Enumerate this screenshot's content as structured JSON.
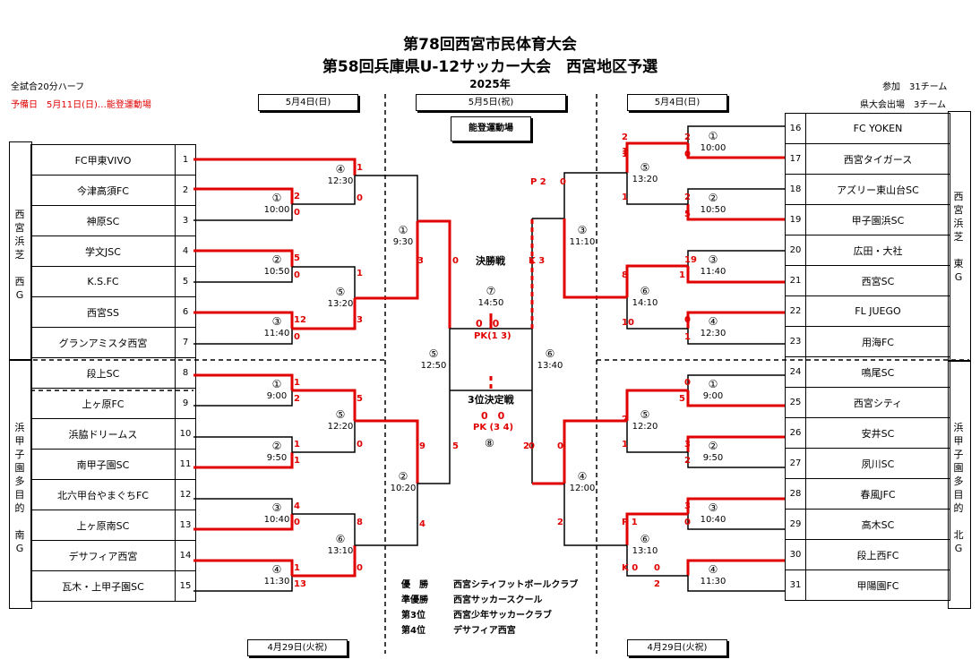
{
  "title1": "第78回西宮市民体育大会",
  "title2": "第58回兵庫県U-12サッカー大会　西宮地区予選",
  "year": "2025年",
  "note_left1": "全試合20分ハーフ",
  "note_left2": "予備日　5月11日(日)…能登運動場",
  "note_right1": "参加　31チーム",
  "note_right2": "県大会出場　3チーム",
  "dates": {
    "top_left": "5月4日(日)",
    "top_center": "5月5日(祝)",
    "top_right": "5月4日(日)",
    "bottom_left": "4月29日(火祝)",
    "bottom_right": "4月29日(火祝)"
  },
  "venue": "能登運動場",
  "groups": {
    "left_top": "西宮浜芝　西G",
    "left_bottom": "浜甲子園多目的　南G",
    "right_top": "西宮浜芝　東G",
    "right_bottom": "浜甲子園多目的　北G"
  },
  "left_teams": [
    {
      "no": "1",
      "name": "FC甲東VIVO"
    },
    {
      "no": "2",
      "name": "今津高須FC"
    },
    {
      "no": "3",
      "name": "神原SC"
    },
    {
      "no": "4",
      "name": "学文JSC"
    },
    {
      "no": "5",
      "name": "K.S.FC"
    },
    {
      "no": "6",
      "name": "西宮SS"
    },
    {
      "no": "7",
      "name": "グランアミスタ西宮"
    },
    {
      "no": "8",
      "name": "段上SC"
    },
    {
      "no": "9",
      "name": "上ヶ原FC"
    },
    {
      "no": "10",
      "name": "浜脇ドリームス"
    },
    {
      "no": "11",
      "name": "南甲子園SC"
    },
    {
      "no": "12",
      "name": "北六甲台やまぐちFC"
    },
    {
      "no": "13",
      "name": "上ヶ原南SC"
    },
    {
      "no": "14",
      "name": "デサフィア西宮"
    },
    {
      "no": "15",
      "name": "瓦木・上甲子園SC"
    }
  ],
  "right_teams": [
    {
      "no": "16",
      "name": "FC YOKEN"
    },
    {
      "no": "17",
      "name": "西宮タイガース"
    },
    {
      "no": "18",
      "name": "アズリー東山台SC"
    },
    {
      "no": "19",
      "name": "甲子園浜SC"
    },
    {
      "no": "20",
      "name": "広田・大社"
    },
    {
      "no": "21",
      "name": "西宮SC"
    },
    {
      "no": "22",
      "name": "FL JUEGO"
    },
    {
      "no": "23",
      "name": "用海FC"
    },
    {
      "no": "24",
      "name": "鳴尾SC"
    },
    {
      "no": "25",
      "name": "西宮シティ"
    },
    {
      "no": "26",
      "name": "安井SC"
    },
    {
      "no": "27",
      "name": "夙川SC"
    },
    {
      "no": "28",
      "name": "春風JFC"
    },
    {
      "no": "29",
      "name": "高木SC"
    },
    {
      "no": "30",
      "name": "段上西FC"
    },
    {
      "no": "31",
      "name": "甲陽園FC"
    }
  ],
  "matches": [
    {
      "id": "L1",
      "num": "①",
      "time": "10:00"
    },
    {
      "id": "L2",
      "num": "②",
      "time": "10:50"
    },
    {
      "id": "L3",
      "num": "③",
      "time": "11:40"
    },
    {
      "id": "L4",
      "num": "④",
      "time": "12:30"
    },
    {
      "id": "L5",
      "num": "⑤",
      "time": "13:20"
    },
    {
      "id": "LB1",
      "num": "①",
      "time": "9:00"
    },
    {
      "id": "LB2",
      "num": "②",
      "time": "9:50"
    },
    {
      "id": "LB3",
      "num": "③",
      "time": "10:40"
    },
    {
      "id": "LB4",
      "num": "④",
      "time": "11:30"
    },
    {
      "id": "LB5",
      "num": "⑤",
      "time": "12:20"
    },
    {
      "id": "LB6",
      "num": "⑥",
      "time": "13:10"
    },
    {
      "id": "C1",
      "num": "①",
      "time": "9:30"
    },
    {
      "id": "C2",
      "num": "②",
      "time": "10:20"
    },
    {
      "id": "C3",
      "num": "③",
      "time": "11:10"
    },
    {
      "id": "C4",
      "num": "④",
      "time": "12:00"
    },
    {
      "id": "C5",
      "num": "⑤",
      "time": "12:50"
    },
    {
      "id": "C6",
      "num": "⑥",
      "time": "13:40"
    },
    {
      "id": "C7",
      "num": "⑦",
      "time": "14:50"
    },
    {
      "id": "R1",
      "num": "①",
      "time": "10:00"
    },
    {
      "id": "R2",
      "num": "②",
      "time": "10:50"
    },
    {
      "id": "R3",
      "num": "③",
      "time": "11:40"
    },
    {
      "id": "R4",
      "num": "④",
      "time": "12:30"
    },
    {
      "id": "R5",
      "num": "⑤",
      "time": "13:20"
    },
    {
      "id": "R6",
      "num": "⑥",
      "time": "14:10"
    },
    {
      "id": "RB1",
      "num": "①",
      "time": "9:00"
    },
    {
      "id": "RB2",
      "num": "②",
      "time": "9:50"
    },
    {
      "id": "RB3",
      "num": "③",
      "time": "10:40"
    },
    {
      "id": "RB4",
      "num": "④",
      "time": "11:30"
    },
    {
      "id": "RB5",
      "num": "⑤",
      "time": "12:20"
    },
    {
      "id": "RB6",
      "num": "⑥",
      "time": "13:10"
    }
  ],
  "final_label": "決勝戦",
  "final_score": "0　0",
  "final_pk": "PK(1 3)",
  "third_label": "3位決定戦",
  "third_num": "⑧",
  "third_score": "0　0",
  "third_pk": "PK (3 4)",
  "results": [
    {
      "rank": "優　勝",
      "team": "西宮シティフットボールクラブ"
    },
    {
      "rank": "準優勝",
      "team": "西宮サッカースクール"
    },
    {
      "rank": "第3位",
      "team": "西宮少年サッカークラブ"
    },
    {
      "rank": "第4位",
      "team": "デサフィア西宮"
    }
  ],
  "scores": [
    "1",
    "0",
    "2",
    "0",
    "5",
    "0",
    "12",
    "0",
    "1",
    "3",
    "3",
    "1",
    "2",
    "1",
    "1",
    "5",
    "0",
    "4",
    "0",
    "8",
    "1",
    "13",
    "0",
    "9",
    "4",
    "0",
    "5",
    "0",
    "P 2",
    "0",
    "K 3",
    "2",
    "1",
    "1",
    "2",
    "0",
    "2",
    "5",
    "19",
    "1",
    "8",
    "0",
    "1",
    "10",
    "0",
    "5",
    "2",
    "3",
    "2",
    "3",
    "0",
    "P 1",
    "0",
    "K 0",
    "2",
    "5",
    "0",
    "2",
    "0",
    "0",
    "1",
    "2",
    "1"
  ],
  "colors": {
    "winner_line": "#e00000",
    "line": "#000000"
  }
}
